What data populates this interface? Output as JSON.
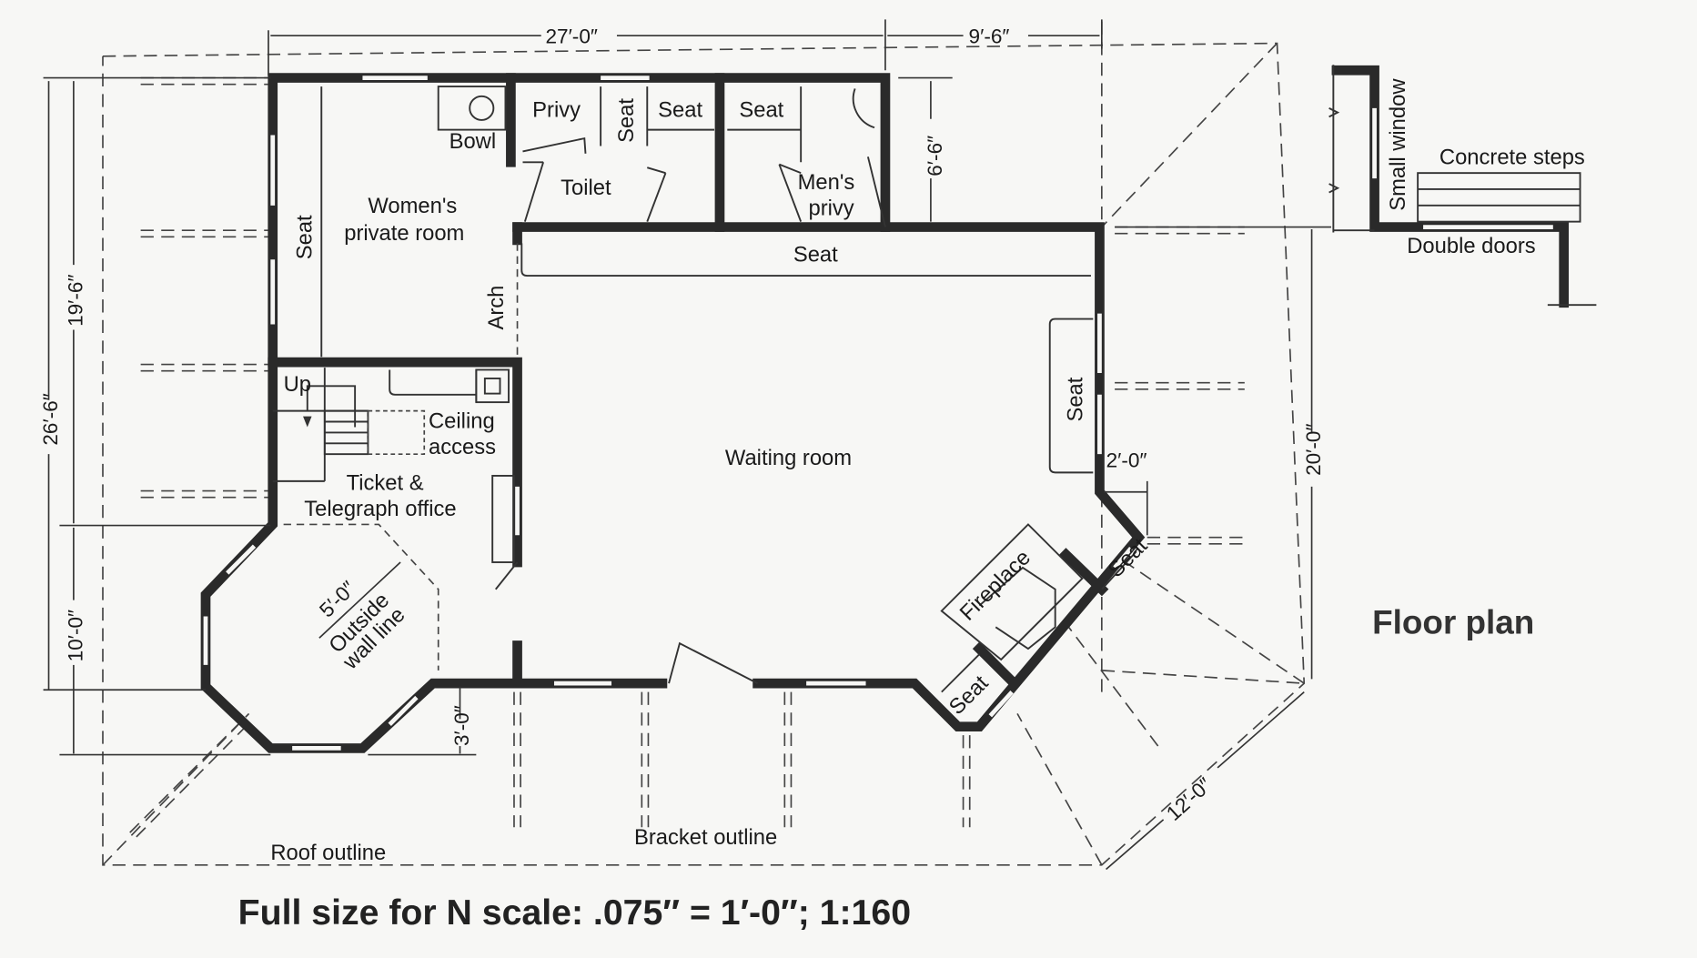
{
  "title": "Floor plan",
  "scale_note": "Full size for N scale: .075″ = 1′-0″; 1:160",
  "rooms": {
    "womens_private_room": [
      "Women's",
      "private room"
    ],
    "toilet": "Toilet",
    "privy": "Privy",
    "mens_privy": [
      "Men's",
      "privy"
    ],
    "ticket_office": [
      "Ticket &",
      "Telegraph office"
    ],
    "waiting_room": "Waiting room"
  },
  "fixtures": {
    "bowl": "Bowl",
    "seat": "Seat",
    "arch": "Arch",
    "up": "Up",
    "ceiling_access": [
      "Ceiling",
      "access"
    ],
    "fireplace": "Fireplace",
    "outside_wall_line": [
      "Outside",
      "wall line"
    ]
  },
  "outlines": {
    "roof": "Roof outline",
    "bracket": "Bracket outline"
  },
  "dimensions": {
    "top_width": "27′-0″",
    "top_right": "9′-6″",
    "privy_depth": "6′-6″",
    "left_total": "26′-6″",
    "left_upper": "19′-6″",
    "left_lower": "10′-0″",
    "right_height": "20′-0″",
    "bay_offset": "2′-0″",
    "octagon_side": "5′-0″",
    "octagon_offset": "3′-0″",
    "diagonal": "12′-0″"
  },
  "detail": {
    "small_window": "Small window",
    "concrete_steps": "Concrete steps",
    "double_doors": "Double doors"
  }
}
